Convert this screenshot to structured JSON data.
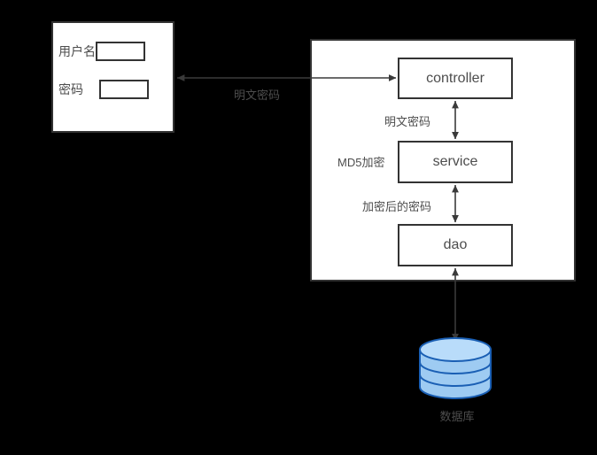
{
  "diagram": {
    "title": "login-password-flow",
    "background_color": "#000000",
    "box_fill": "#ffffff",
    "box_stroke": "#333333",
    "text_color": "#4d4d4d",
    "db_fill": "#9ecbf2",
    "db_stroke": "#1a5fb4"
  },
  "login_panel": {
    "name": "login-form-panel",
    "username": {
      "label": "用户名",
      "value": ""
    },
    "password": {
      "label": "密码",
      "value": ""
    }
  },
  "server_panel": {
    "name": "server-layers-panel",
    "layers": [
      {
        "id": "controller",
        "label": "controller"
      },
      {
        "id": "service",
        "label": "service"
      },
      {
        "id": "dao",
        "label": "dao"
      }
    ]
  },
  "edges": [
    {
      "id": "client-controller",
      "label": "明文密码",
      "direction": "both"
    },
    {
      "id": "controller-service",
      "label": "明文密码",
      "direction": "both"
    },
    {
      "id": "service-annotation",
      "label": "MD5加密",
      "direction": "none"
    },
    {
      "id": "service-dao",
      "label": "加密后的密码",
      "direction": "both"
    },
    {
      "id": "dao-database",
      "label": "",
      "direction": "both"
    }
  ],
  "database": {
    "name": "database-node",
    "label": "数据库"
  }
}
